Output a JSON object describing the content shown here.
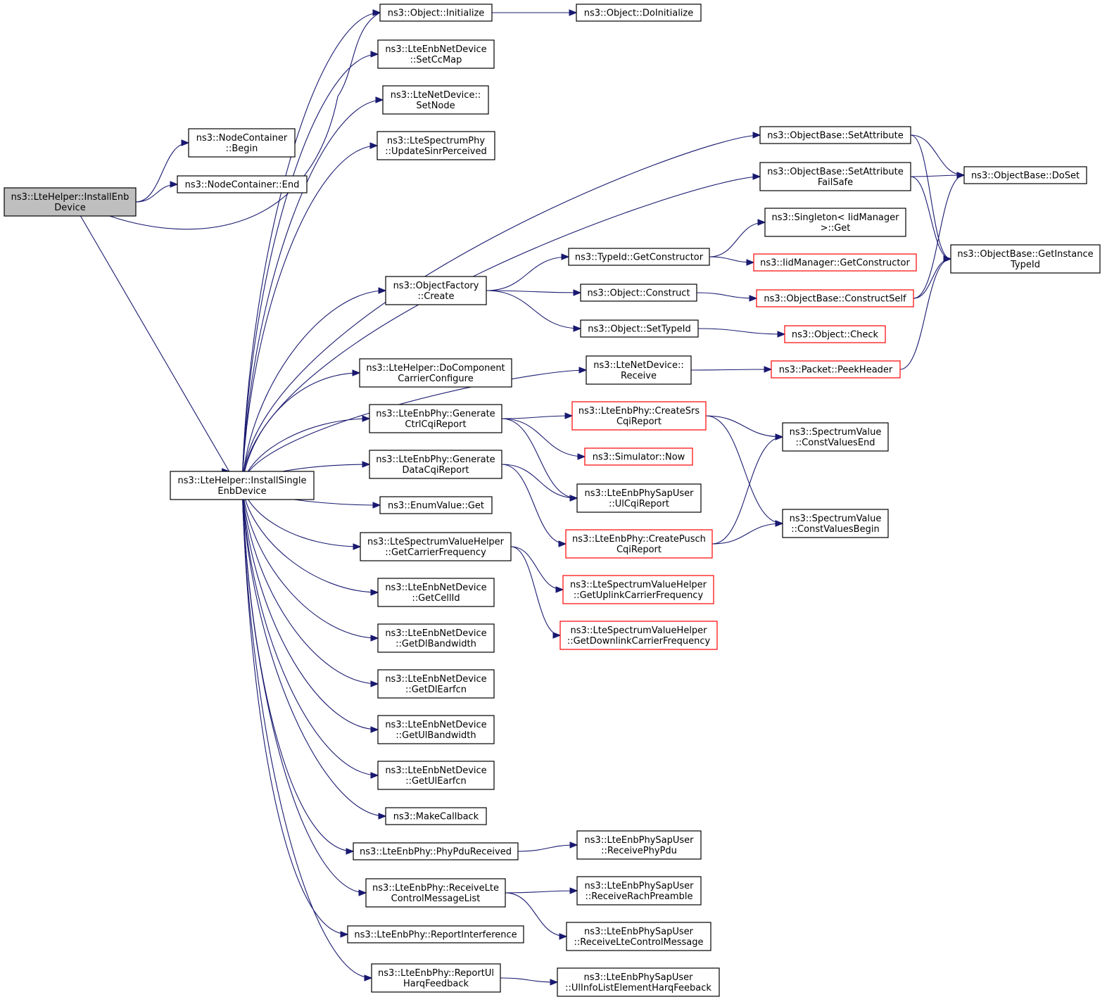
{
  "nodes": {
    "root": {
      "lines": [
        "ns3::LteHelper::InstallEnb",
        "Device"
      ]
    },
    "nc_begin": {
      "lines": [
        "ns3::NodeContainer",
        "::Begin"
      ]
    },
    "nc_end": {
      "lines": [
        "ns3::NodeContainer::End"
      ]
    },
    "install_single": {
      "lines": [
        "ns3::LteHelper::InstallSingle",
        "EnbDevice"
      ]
    },
    "obj_initialize": {
      "lines": [
        "ns3::Object::Initialize"
      ]
    },
    "obj_doinitialize": {
      "lines": [
        "ns3::Object::DoInitialize"
      ]
    },
    "setccmap": {
      "lines": [
        "ns3::LteEnbNetDevice",
        "::SetCcMap"
      ]
    },
    "setnode": {
      "lines": [
        "ns3::LteNetDevice::",
        "SetNode"
      ]
    },
    "updatesinr": {
      "lines": [
        "ns3::LteSpectrumPhy",
        "::UpdateSinrPerceived"
      ]
    },
    "setattribute": {
      "lines": [
        "ns3::ObjectBase::SetAttribute"
      ]
    },
    "setattributefailsafe": {
      "lines": [
        "ns3::ObjectBase::SetAttribute",
        "FailSafe"
      ]
    },
    "doset": {
      "lines": [
        "ns3::ObjectBase::DoSet"
      ]
    },
    "getinstancetypeid": {
      "lines": [
        "ns3::ObjectBase::GetInstance",
        "TypeId"
      ]
    },
    "singleton_get": {
      "lines": [
        "ns3::Singleton< IidManager",
        ">::Get"
      ]
    },
    "typeid_getconstructor": {
      "lines": [
        "ns3::TypeId::GetConstructor"
      ]
    },
    "iidmanager_getconstructor": {
      "lines": [
        "ns3::IidManager::GetConstructor"
      ]
    },
    "objectfactory_create": {
      "lines": [
        "ns3::ObjectFactory",
        "::Create"
      ]
    },
    "object_construct": {
      "lines": [
        "ns3::Object::Construct"
      ]
    },
    "constructself": {
      "lines": [
        "ns3::ObjectBase::ConstructSelf"
      ]
    },
    "object_settypeid": {
      "lines": [
        "ns3::Object::SetTypeId"
      ]
    },
    "object_check": {
      "lines": [
        "ns3::Object::Check"
      ]
    },
    "ltenetdevice_receive": {
      "lines": [
        "ns3::LteNetDevice::",
        "Receive"
      ]
    },
    "packet_peekheader": {
      "lines": [
        "ns3::Packet::PeekHeader"
      ]
    },
    "docomponentcarrier": {
      "lines": [
        "ns3::LteHelper::DoComponent",
        "CarrierConfigure"
      ]
    },
    "generatectrlcqi": {
      "lines": [
        "ns3::LteEnbPhy::Generate",
        "CtrlCqiReport"
      ]
    },
    "createsrscqi": {
      "lines": [
        "ns3::LteEnbPhy::CreateSrs",
        "CqiReport"
      ]
    },
    "constvaluesend": {
      "lines": [
        "ns3::SpectrumValue",
        "::ConstValuesEnd"
      ]
    },
    "simulator_now": {
      "lines": [
        "ns3::Simulator::Now"
      ]
    },
    "generatedatacqi": {
      "lines": [
        "ns3::LteEnbPhy::Generate",
        "DataCqiReport"
      ]
    },
    "ulcqireport": {
      "lines": [
        "ns3::LteEnbPhySapUser",
        "::UlCqiReport"
      ]
    },
    "enumvalue_get": {
      "lines": [
        "ns3::EnumValue::Get"
      ]
    },
    "createpuschcqi": {
      "lines": [
        "ns3::LteEnbPhy::CreatePusch",
        "CqiReport"
      ]
    },
    "constvaluesbegin": {
      "lines": [
        "ns3::SpectrumValue",
        "::ConstValuesBegin"
      ]
    },
    "getcarrierfreq": {
      "lines": [
        "ns3::LteSpectrumValueHelper",
        "::GetCarrierFrequency"
      ]
    },
    "getuplinkfreq": {
      "lines": [
        "ns3::LteSpectrumValueHelper",
        "::GetUplinkCarrierFrequency"
      ]
    },
    "getdownlinkfreq": {
      "lines": [
        "ns3::LteSpectrumValueHelper",
        "::GetDownlinkCarrierFrequency"
      ]
    },
    "getcellid": {
      "lines": [
        "ns3::LteEnbNetDevice",
        "::GetCellId"
      ]
    },
    "getdlbandwidth": {
      "lines": [
        "ns3::LteEnbNetDevice",
        "::GetDlBandwidth"
      ]
    },
    "getdlearfcn": {
      "lines": [
        "ns3::LteEnbNetDevice",
        "::GetDlEarfcn"
      ]
    },
    "getulbandwidth": {
      "lines": [
        "ns3::LteEnbNetDevice",
        "::GetUlBandwidth"
      ]
    },
    "getulearfcn": {
      "lines": [
        "ns3::LteEnbNetDevice",
        "::GetUlEarfcn"
      ]
    },
    "makecallback": {
      "lines": [
        "ns3::MakeCallback"
      ]
    },
    "phypdureceived": {
      "lines": [
        "ns3::LteEnbPhy::PhyPduReceived"
      ]
    },
    "receivephypdu": {
      "lines": [
        "ns3::LteEnbPhySapUser",
        "::ReceivePhyPdu"
      ]
    },
    "receiveltectrllist": {
      "lines": [
        "ns3::LteEnbPhy::ReceiveLte",
        "ControlMessageList"
      ]
    },
    "receiverachpreamble": {
      "lines": [
        "ns3::LteEnbPhySapUser",
        "::ReceiveRachPreamble"
      ]
    },
    "receiveltectrlmsg": {
      "lines": [
        "ns3::LteEnbPhySapUser",
        "::ReceiveLteControlMessage"
      ]
    },
    "reportinterference": {
      "lines": [
        "ns3::LteEnbPhy::ReportInterference"
      ]
    },
    "reportulharq": {
      "lines": [
        "ns3::LteEnbPhy::ReportUl",
        "HarqFeedback"
      ]
    },
    "ulinfolistharq": {
      "lines": [
        "ns3::LteEnbPhySapUser",
        "::UlInfoListElementHarqFeeback"
      ]
    }
  },
  "colors": {
    "edge": "#191970",
    "root_fill": "#bfbfbf",
    "box_stroke": "#000000",
    "red_stroke": "#ff0000"
  },
  "edges": [
    [
      "root",
      "nc_begin"
    ],
    [
      "root",
      "nc_end"
    ],
    [
      "root",
      "install_single"
    ],
    [
      "root",
      "obj_initialize"
    ],
    [
      "obj_initialize",
      "obj_doinitialize"
    ],
    [
      "install_single",
      "obj_initialize"
    ],
    [
      "install_single",
      "setccmap"
    ],
    [
      "install_single",
      "setnode"
    ],
    [
      "install_single",
      "updatesinr"
    ],
    [
      "install_single",
      "setattribute"
    ],
    [
      "install_single",
      "setattributefailsafe"
    ],
    [
      "install_single",
      "objectfactory_create"
    ],
    [
      "install_single",
      "ltenetdevice_receive"
    ],
    [
      "install_single",
      "docomponentcarrier"
    ],
    [
      "install_single",
      "generatectrlcqi"
    ],
    [
      "install_single",
      "generatedatacqi"
    ],
    [
      "install_single",
      "enumvalue_get"
    ],
    [
      "install_single",
      "getcarrierfreq"
    ],
    [
      "install_single",
      "getcellid"
    ],
    [
      "install_single",
      "getdlbandwidth"
    ],
    [
      "install_single",
      "getdlearfcn"
    ],
    [
      "install_single",
      "getulbandwidth"
    ],
    [
      "install_single",
      "getulearfcn"
    ],
    [
      "install_single",
      "makecallback"
    ],
    [
      "install_single",
      "phypdureceived"
    ],
    [
      "install_single",
      "receiveltectrllist"
    ],
    [
      "install_single",
      "reportinterference"
    ],
    [
      "install_single",
      "reportulharq"
    ],
    [
      "setattribute",
      "doset"
    ],
    [
      "setattribute",
      "getinstancetypeid"
    ],
    [
      "setattributefailsafe",
      "doset"
    ],
    [
      "setattributefailsafe",
      "getinstancetypeid"
    ],
    [
      "objectfactory_create",
      "typeid_getconstructor"
    ],
    [
      "objectfactory_create",
      "object_construct"
    ],
    [
      "objectfactory_create",
      "object_settypeid"
    ],
    [
      "typeid_getconstructor",
      "singleton_get"
    ],
    [
      "typeid_getconstructor",
      "iidmanager_getconstructor"
    ],
    [
      "object_construct",
      "constructself"
    ],
    [
      "constructself",
      "doset"
    ],
    [
      "constructself",
      "getinstancetypeid"
    ],
    [
      "object_settypeid",
      "object_check"
    ],
    [
      "ltenetdevice_receive",
      "packet_peekheader"
    ],
    [
      "packet_peekheader",
      "getinstancetypeid"
    ],
    [
      "generatectrlcqi",
      "createsrscqi"
    ],
    [
      "generatectrlcqi",
      "simulator_now"
    ],
    [
      "generatectrlcqi",
      "ulcqireport"
    ],
    [
      "createsrscqi",
      "constvaluesend"
    ],
    [
      "createsrscqi",
      "constvaluesbegin"
    ],
    [
      "generatedatacqi",
      "ulcqireport"
    ],
    [
      "generatedatacqi",
      "createpuschcqi"
    ],
    [
      "createpuschcqi",
      "constvaluesend"
    ],
    [
      "createpuschcqi",
      "constvaluesbegin"
    ],
    [
      "getcarrierfreq",
      "getuplinkfreq"
    ],
    [
      "getcarrierfreq",
      "getdownlinkfreq"
    ],
    [
      "phypdureceived",
      "receivephypdu"
    ],
    [
      "receiveltectrllist",
      "receiverachpreamble"
    ],
    [
      "receiveltectrllist",
      "receiveltectrlmsg"
    ],
    [
      "reportulharq",
      "ulinfolistharq"
    ]
  ]
}
